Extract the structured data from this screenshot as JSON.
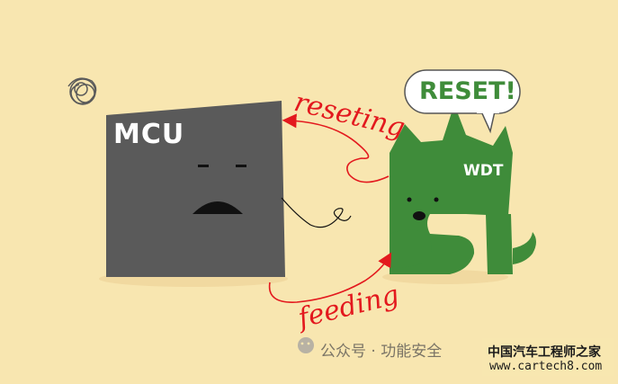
{
  "labels": {
    "mcu": "MCU",
    "wdt": "WDT",
    "speech": "RESET!",
    "reseting": "reseting",
    "feeding": "feeding"
  },
  "watermark": {
    "channel": "公众号 · 功能安全",
    "site_name": "中国汽车工程师之家",
    "url": "www.cartech8.com"
  },
  "colors": {
    "background": "#f8e6b0",
    "mcu": "#5a5a5a",
    "wdt": "#3f8c3a",
    "arrow": "#e3191e"
  }
}
